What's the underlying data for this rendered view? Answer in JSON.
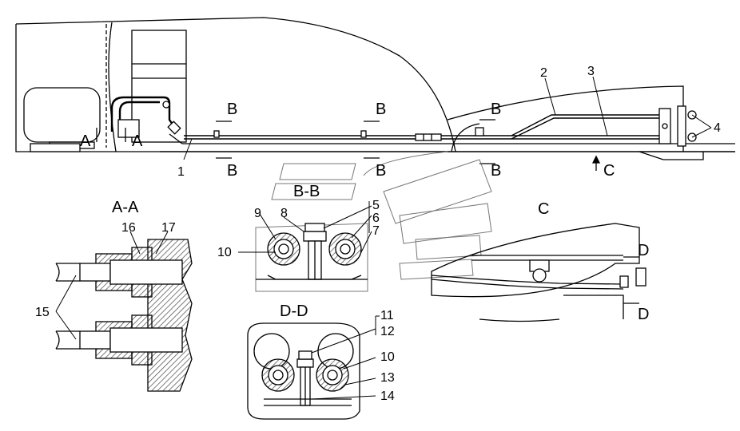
{
  "labels": {
    "callouts": [
      "1",
      "2",
      "3",
      "4",
      "5",
      "6",
      "7",
      "8",
      "9",
      "10",
      "11",
      "12",
      "13",
      "14",
      "15",
      "16",
      "17"
    ],
    "section_a": "A",
    "section_b": "B",
    "view_c": "C",
    "section_d": "D",
    "title_aa": "A-A",
    "title_bb": "B-B",
    "title_dd": "D-D",
    "title_c": "C"
  },
  "colors": {
    "line": "#000000",
    "background": "#ffffff",
    "hatch": "#555555"
  }
}
